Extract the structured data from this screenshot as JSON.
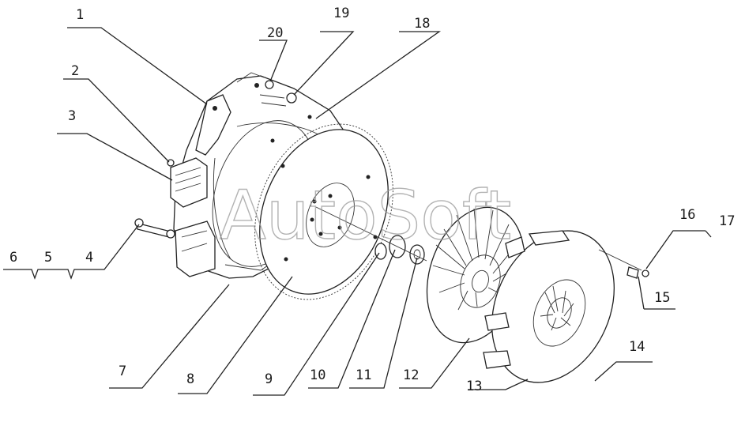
{
  "diagram": {
    "watermark": "AutoSoft",
    "callouts": [
      {
        "id": "1",
        "label": "1"
      },
      {
        "id": "2",
        "label": "2"
      },
      {
        "id": "3",
        "label": "3"
      },
      {
        "id": "4",
        "label": "4"
      },
      {
        "id": "5",
        "label": "5"
      },
      {
        "id": "6",
        "label": "6"
      },
      {
        "id": "7",
        "label": "7"
      },
      {
        "id": "8",
        "label": "8"
      },
      {
        "id": "9",
        "label": "9"
      },
      {
        "id": "10",
        "label": "10"
      },
      {
        "id": "11",
        "label": "11"
      },
      {
        "id": "12",
        "label": "12"
      },
      {
        "id": "13",
        "label": "13"
      },
      {
        "id": "14",
        "label": "14"
      },
      {
        "id": "15",
        "label": "15"
      },
      {
        "id": "16",
        "label": "16"
      },
      {
        "id": "17",
        "label": "17"
      },
      {
        "id": "18",
        "label": "18"
      },
      {
        "id": "19",
        "label": "19"
      },
      {
        "id": "20",
        "label": "20"
      }
    ]
  }
}
